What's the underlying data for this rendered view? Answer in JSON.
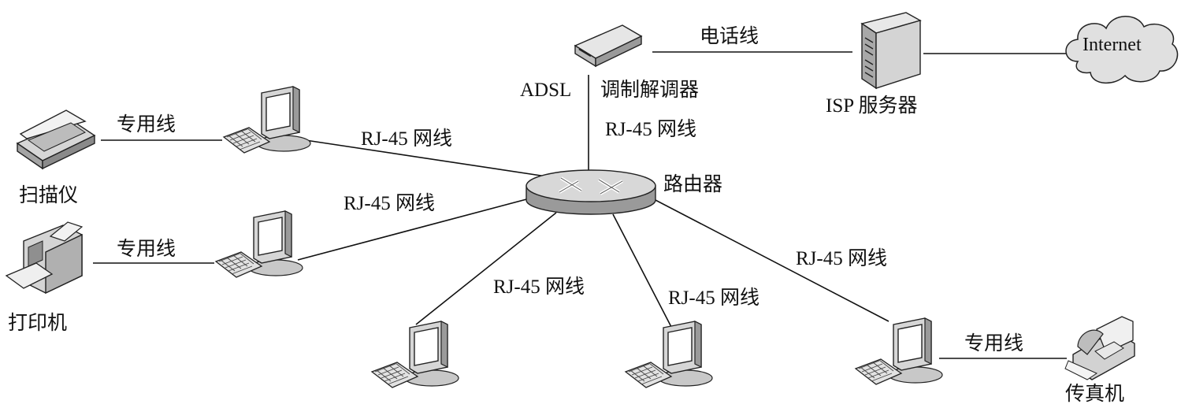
{
  "labels": {
    "telephone_line": "电话线",
    "adsl": "ADSL",
    "modem": "调制解调器",
    "isp_server": "ISP 服务器",
    "internet": "Internet",
    "router": "路由器",
    "rj45_modem": "RJ-45 网线",
    "rj45_pc1": "RJ-45 网线",
    "rj45_pc2": "RJ-45 网线",
    "rj45_pc3": "RJ-45 网线",
    "rj45_pc4": "RJ-45 网线",
    "rj45_pc5": "RJ-45 网线",
    "dedicated_scanner": "专用线",
    "dedicated_printer": "专用线",
    "dedicated_fax": "专用线",
    "scanner": "扫描仪",
    "printer": "打印机",
    "fax": "传真机"
  }
}
